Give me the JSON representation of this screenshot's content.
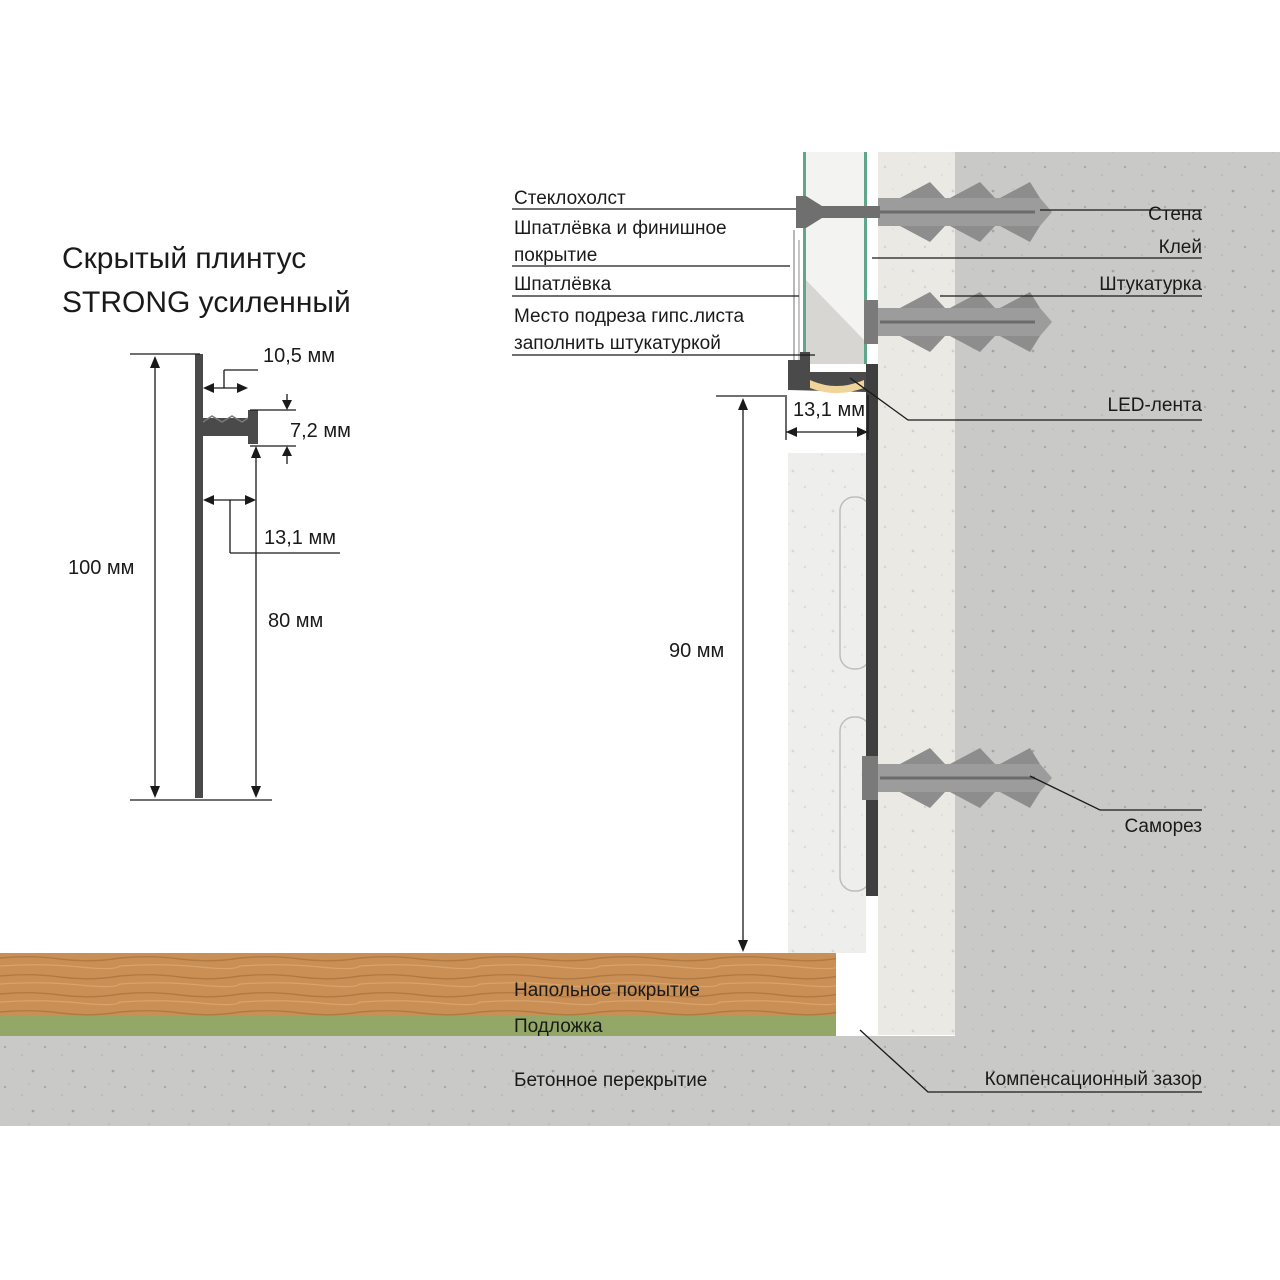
{
  "title": {
    "line1": "Скрытый плинтус",
    "line2": "STRONG усиленный"
  },
  "profile_dimensions": {
    "top_width": "10,5 мм",
    "lip_height": "7,2 мм",
    "channel_depth": "13,1 мм",
    "total_height": "100 мм",
    "inner_height": "80 мм"
  },
  "section_dimensions": {
    "depth": "13,1 мм",
    "height": "90 мм"
  },
  "left_labels": [
    "Стеклохолст",
    "Шпатлёвка и финишное",
    "покрытие",
    "Шпатлёвка",
    "Место подреза гипс.листа",
    "заполнить штукатуркой"
  ],
  "right_labels": {
    "wall": "Стена",
    "glue": "Клей",
    "plaster": "Штукатурка",
    "led": "LED-лента",
    "screw": "Саморез",
    "gap": "Компенсационный зазор"
  },
  "floor_labels": {
    "flooring": "Напольное покрытие",
    "underlay": "Подложка",
    "slab": "Бетонное перекрытие"
  },
  "colors": {
    "concrete": "#c9c9c7",
    "plaster": "#ebe9e4",
    "gypsum": "#f3f3f1",
    "wood": "#c98f54",
    "underlay": "#93a866",
    "glass": "#5fa68a",
    "led": "#f1d49a",
    "profile": "#3f3f3f",
    "dowel": "#9c9c9c"
  }
}
